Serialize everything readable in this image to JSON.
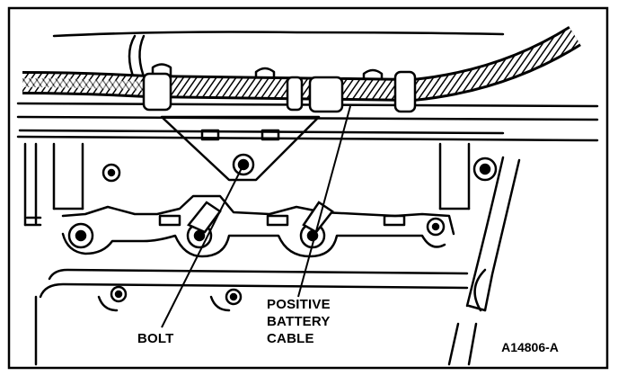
{
  "labels": {
    "bolt": "BOLT",
    "cable_line1": "POSITIVE",
    "cable_line2": "BATTERY",
    "cable_line3": "CABLE"
  },
  "figure_id": "A14806-A",
  "colors": {
    "ink": "#000000",
    "paper": "#ffffff"
  }
}
